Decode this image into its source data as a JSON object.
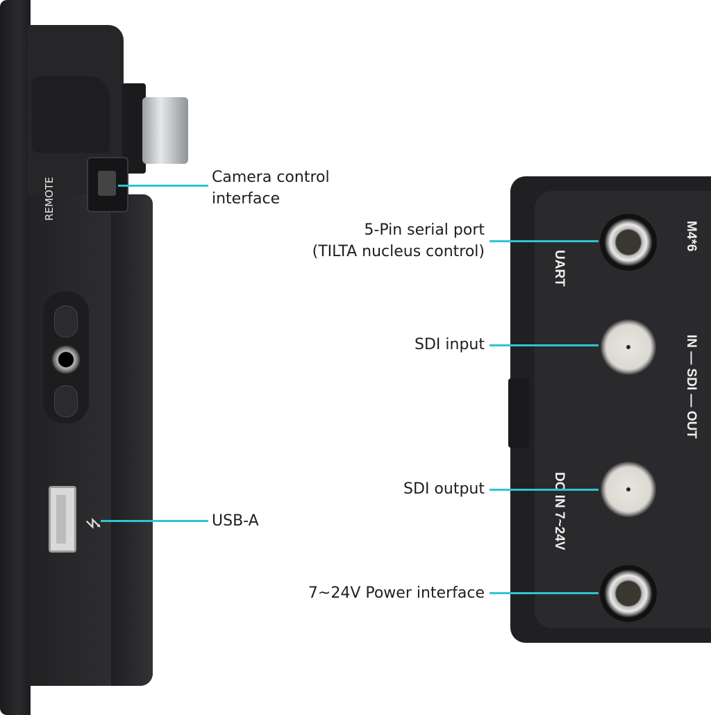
{
  "callouts": {
    "camera_control": [
      "Camera control",
      "interface"
    ],
    "usb_a": "USB-A",
    "serial_port": [
      "5-Pin serial port",
      "(TILTA nucleus control)"
    ],
    "sdi_input": "SDI input",
    "sdi_output": "SDI output",
    "power": "7~24V Power interface"
  },
  "device_labels": {
    "remote": "REMOTE",
    "uart": "UART",
    "mount": "M4*6",
    "sdi": "IN — SDI — OUT",
    "dc_in": "DC IN 7~24V"
  },
  "colors": {
    "callout_line": "#2ec4d6",
    "device": "#262628"
  }
}
